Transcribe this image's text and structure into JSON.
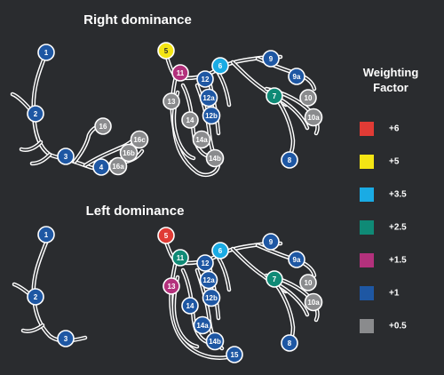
{
  "titles": {
    "right": "Right dominance",
    "left": "Left dominance"
  },
  "legend": {
    "title_line1": "Weighting",
    "title_line2": "Factor",
    "items": [
      {
        "label": "+6",
        "color": "#e03b35"
      },
      {
        "label": "+5",
        "color": "#f4e514"
      },
      {
        "label": "+3.5",
        "color": "#1aabe4"
      },
      {
        "label": "+2.5",
        "color": "#0f8a76"
      },
      {
        "label": "+1.5",
        "color": "#b3317c"
      },
      {
        "label": "+1",
        "color": "#1e57a3"
      },
      {
        "label": "+0.5",
        "color": "#8a8b8d"
      }
    ]
  },
  "segments": {
    "right_dominance": [
      {
        "label": "1",
        "weight": "+1"
      },
      {
        "label": "2",
        "weight": "+1"
      },
      {
        "label": "3",
        "weight": "+1"
      },
      {
        "label": "4",
        "weight": "+1"
      },
      {
        "label": "16",
        "weight": "+0.5"
      },
      {
        "label": "16a",
        "weight": "+0.5"
      },
      {
        "label": "16b",
        "weight": "+0.5"
      },
      {
        "label": "16c",
        "weight": "+0.5"
      },
      {
        "label": "5",
        "weight": "+5"
      },
      {
        "label": "6",
        "weight": "+3.5"
      },
      {
        "label": "11",
        "weight": "+1.5"
      },
      {
        "label": "12",
        "weight": "+1"
      },
      {
        "label": "12a",
        "weight": "+1"
      },
      {
        "label": "12b",
        "weight": "+1"
      },
      {
        "label": "13",
        "weight": "+0.5"
      },
      {
        "label": "14",
        "weight": "+0.5"
      },
      {
        "label": "14a",
        "weight": "+0.5"
      },
      {
        "label": "14b",
        "weight": "+0.5"
      },
      {
        "label": "9",
        "weight": "+1"
      },
      {
        "label": "9a",
        "weight": "+1"
      },
      {
        "label": "7",
        "weight": "+2.5"
      },
      {
        "label": "10",
        "weight": "+0.5"
      },
      {
        "label": "10a",
        "weight": "+0.5"
      },
      {
        "label": "8",
        "weight": "+1"
      }
    ],
    "left_dominance": [
      {
        "label": "1",
        "weight": "+1"
      },
      {
        "label": "2",
        "weight": "+1"
      },
      {
        "label": "3",
        "weight": "+1"
      },
      {
        "label": "5",
        "weight": "+6"
      },
      {
        "label": "6",
        "weight": "+3.5"
      },
      {
        "label": "11",
        "weight": "+2.5"
      },
      {
        "label": "12",
        "weight": "+1"
      },
      {
        "label": "12a",
        "weight": "+1"
      },
      {
        "label": "12b",
        "weight": "+1"
      },
      {
        "label": "13",
        "weight": "+1.5"
      },
      {
        "label": "14",
        "weight": "+1"
      },
      {
        "label": "14a",
        "weight": "+1"
      },
      {
        "label": "14b",
        "weight": "+1"
      },
      {
        "label": "15",
        "weight": "+1"
      },
      {
        "label": "9",
        "weight": "+1"
      },
      {
        "label": "9a",
        "weight": "+1"
      },
      {
        "label": "7",
        "weight": "+2.5"
      },
      {
        "label": "10",
        "weight": "+0.5"
      },
      {
        "label": "10a",
        "weight": "+0.5"
      },
      {
        "label": "8",
        "weight": "+1"
      }
    ]
  }
}
